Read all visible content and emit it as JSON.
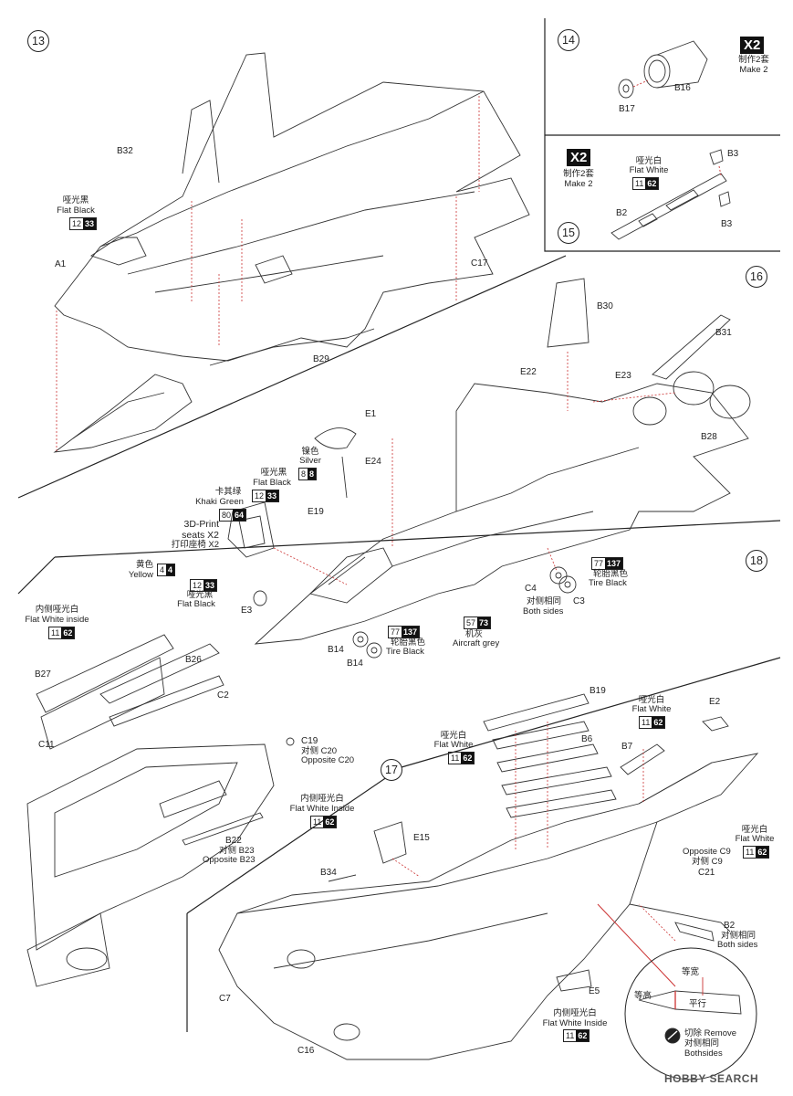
{
  "steps": [
    "13",
    "14",
    "15",
    "16",
    "17",
    "18"
  ],
  "step14": {
    "make_cn": "制作2套",
    "make_en": "Make 2",
    "x2": "X2",
    "parts": [
      "B16",
      "B17"
    ]
  },
  "step15": {
    "make_cn": "制作2套",
    "make_en": "Make 2",
    "x2": "X2",
    "paint_cn": "哑光白",
    "paint_en": "Flat White",
    "code1": "11",
    "code2": "62",
    "parts": [
      "B3",
      "B3",
      "B2"
    ]
  },
  "step13": {
    "paint_cn": "哑光黑",
    "paint_en": "Flat Black",
    "code1": "12",
    "code2": "33",
    "parts": [
      "B32",
      "A1",
      "C17",
      "B29"
    ]
  },
  "step16": {
    "parts": [
      "B30",
      "B31",
      "E22",
      "E23",
      "E1",
      "B28",
      "E24",
      "E19",
      "C4",
      "C3",
      "E3",
      "B14",
      "B14"
    ],
    "silver": {
      "cn": "镍色",
      "en": "Silver",
      "c1": "8",
      "c2": "8"
    },
    "black1": {
      "cn": "哑光黑",
      "en": "Flat Black",
      "c1": "12",
      "c2": "33"
    },
    "khaki": {
      "cn": "卡其绿",
      "en": "Khaki Green",
      "c1": "80",
      "c2": "64"
    },
    "seats": {
      "l1": "3D-Print",
      "l2": "seats X2",
      "l3": "打印座椅 X2"
    },
    "yellow": {
      "cn": "黄色",
      "en": "Yellow",
      "c1": "4",
      "c2": "4"
    },
    "black2": {
      "cn": "哑光黑",
      "en": "Flat Black",
      "c1": "12",
      "c2": "33"
    },
    "tire1": {
      "c1": "77",
      "c2": "137",
      "cn": "轮胎黑色",
      "en": "Tire Black"
    },
    "tire2": {
      "c1": "77",
      "c2": "137",
      "cn": "轮胎黑色",
      "en": "Tire Black"
    },
    "both_cn": "对侧相同",
    "both_en": "Both sides",
    "grey": {
      "c1": "57",
      "c2": "73",
      "cn": "机灰",
      "en": "Aircraft grey"
    }
  },
  "step17": {
    "parts": [
      "B27",
      "B26",
      "C2",
      "C11",
      "C19",
      "B22"
    ],
    "inside1": {
      "cn": "内侧哑光白",
      "en": "Flat White inside",
      "c1": "11",
      "c2": "62"
    },
    "opp_c20_cn": "对侧 C20",
    "opp_c20_en": "Opposite C20",
    "inside2": {
      "cn": "内侧哑光白",
      "en": "Flat White Inside",
      "c1": "11",
      "c2": "62"
    },
    "opp_b23_cn": "对侧 B23",
    "opp_b23_en": "Opposite B23"
  },
  "step18": {
    "parts": [
      "B19",
      "B6",
      "E2",
      "B7",
      "E15",
      "B34",
      "C7",
      "C16",
      "E5",
      "B2"
    ],
    "white1": {
      "cn": "哑光白",
      "en": "Flat White",
      "c1": "11",
      "c2": "62"
    },
    "white2": {
      "cn": "哑光白",
      "en": "Flat White",
      "c1": "11",
      "c2": "62"
    },
    "white3": {
      "cn": "哑光白",
      "en": "Flat White",
      "c1": "11",
      "c2": "62"
    },
    "opp_c9_en": "Opposite C9",
    "opp_c9_cn": "对侧 C9",
    "c21": "C21",
    "both_cn": "对侧相同",
    "both_en": "Both sides",
    "inside": {
      "cn": "内侧哑光白",
      "en": "Flat White Inside",
      "c1": "11",
      "c2": "62"
    },
    "detail": {
      "equal_width": "等宽",
      "equal_height": "等高",
      "parallel": "平行",
      "remove_cn": "切除",
      "remove_en": "Remove",
      "both_cn": "对侧相同",
      "both_en": "Bothsides"
    }
  },
  "watermark": "HOBBY SEARCH"
}
